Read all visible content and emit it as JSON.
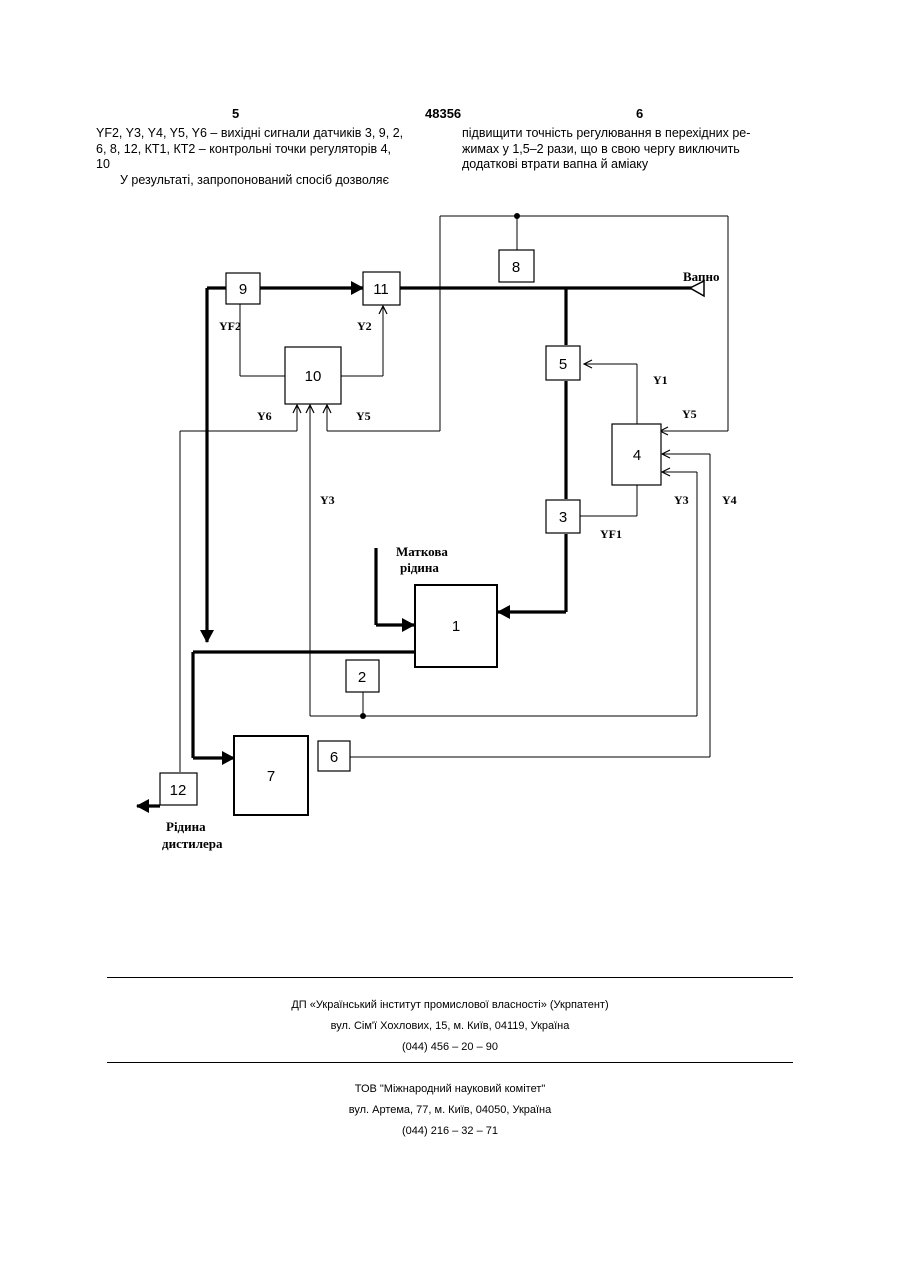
{
  "header": {
    "left_page": "5",
    "patent_number": "48356",
    "right_page": "6"
  },
  "text": {
    "left_line1": "YF2, Y3, Y4, Y5, Y6 – вихідні сигнали датчиків 3, 9, 2,",
    "left_line2": "6, 8, 12, КТ1, КТ2 – контрольні точки регуляторів 4,",
    "left_line3": "10",
    "left_para": "У результаті, запропонований спосіб дозволяє",
    "right_line1": "підвищити точність регулювання в перехідних ре-",
    "right_line2": "жимах у 1,5–2 рази, що в свою чергу виключить",
    "right_line3": "додаткові втрати вапна й аміаку"
  },
  "diagram": {
    "blocks": [
      "1",
      "2",
      "3",
      "4",
      "5",
      "6",
      "7",
      "8",
      "9",
      "10",
      "11",
      "12"
    ],
    "labels": {
      "vapno": "Вапно",
      "matkova1": "Маткова",
      "matkova2": "рідина",
      "ridina": "Рідина",
      "distyler": "дистилера",
      "yf2": "YF2",
      "y2": "Y2",
      "y6": "Y6",
      "y5_left": "Y5",
      "y3_left": "Y3",
      "y1": "Y1",
      "y5_right": "Y5",
      "y3_right": "Y3",
      "y4": "Y4",
      "yf1": "YF1"
    }
  },
  "footer": {
    "org1": "ДП «Український інститут промислової власності» (Укрпатент)",
    "addr1": "вул. Сім'ї Хохлових, 15, м. Київ, 04119, Україна",
    "tel1": "(044) 456 – 20 – 90",
    "org2": "ТОВ \"Міжнародний науковий комітет\"",
    "addr2": "вул. Артема, 77, м. Київ, 04050, Україна",
    "tel2": "(044) 216 – 32 – 71"
  }
}
